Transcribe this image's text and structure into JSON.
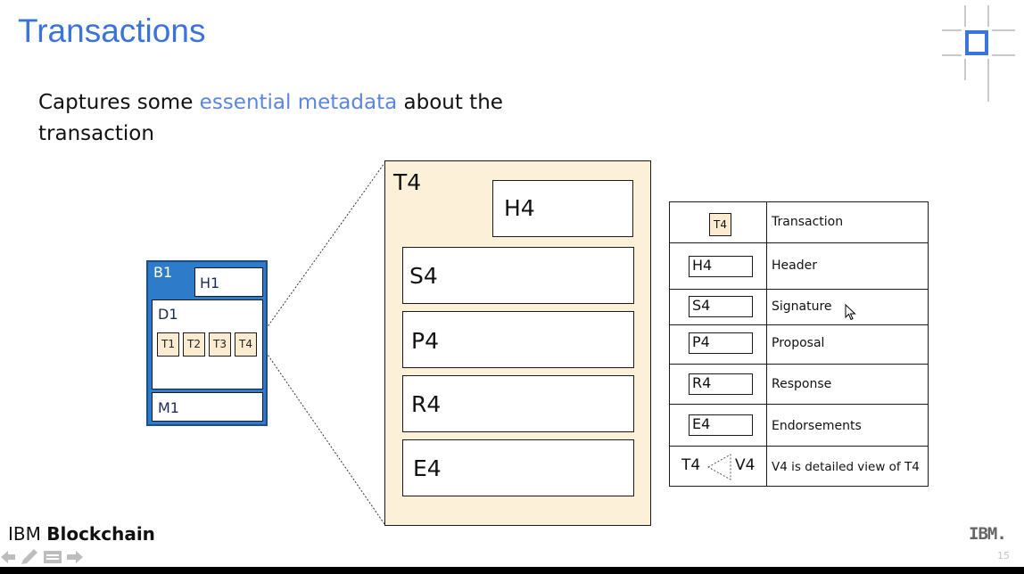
{
  "slide": {
    "title": "Transactions",
    "subtitle_pre": "Captures some ",
    "subtitle_accent": "essential metadata",
    "subtitle_post": " about the transaction"
  },
  "block": {
    "label": "B1",
    "header": "H1",
    "data": "D1",
    "metadata": "M1",
    "transactions": [
      "T1",
      "T2",
      "T3",
      "T4"
    ]
  },
  "detail": {
    "label": "T4",
    "header": "H4",
    "signature": "S4",
    "proposal": "P4",
    "response": "R4",
    "endorsements": "E4"
  },
  "legend": {
    "rows": [
      {
        "symbol": "T4",
        "desc": "Transaction"
      },
      {
        "symbol": "H4",
        "desc": "Header"
      },
      {
        "symbol": "S4",
        "desc": "Signature"
      },
      {
        "symbol": "P4",
        "desc": "Proposal"
      },
      {
        "symbol": "R4",
        "desc": "Response"
      },
      {
        "symbol": "E4",
        "desc": "Endorsements"
      }
    ],
    "view_from": "T4",
    "view_to": "V4",
    "view_desc": "V4 is detailed view of  T4"
  },
  "footer": {
    "brand_light": "IBM ",
    "brand_bold": "Blockchain",
    "logo": "IBM.",
    "page": "15"
  },
  "colors": {
    "title": "#3a73d9",
    "accent": "#5b86dc",
    "block_blue": "#2e7bc9",
    "tx_fill": "#fbecd1",
    "panel_fill": "#fcf0d9"
  },
  "icons": [
    "corner-logo-icon",
    "nav-back-icon",
    "pen-icon",
    "notes-icon",
    "nav-forward-icon",
    "mouse-cursor-icon"
  ]
}
